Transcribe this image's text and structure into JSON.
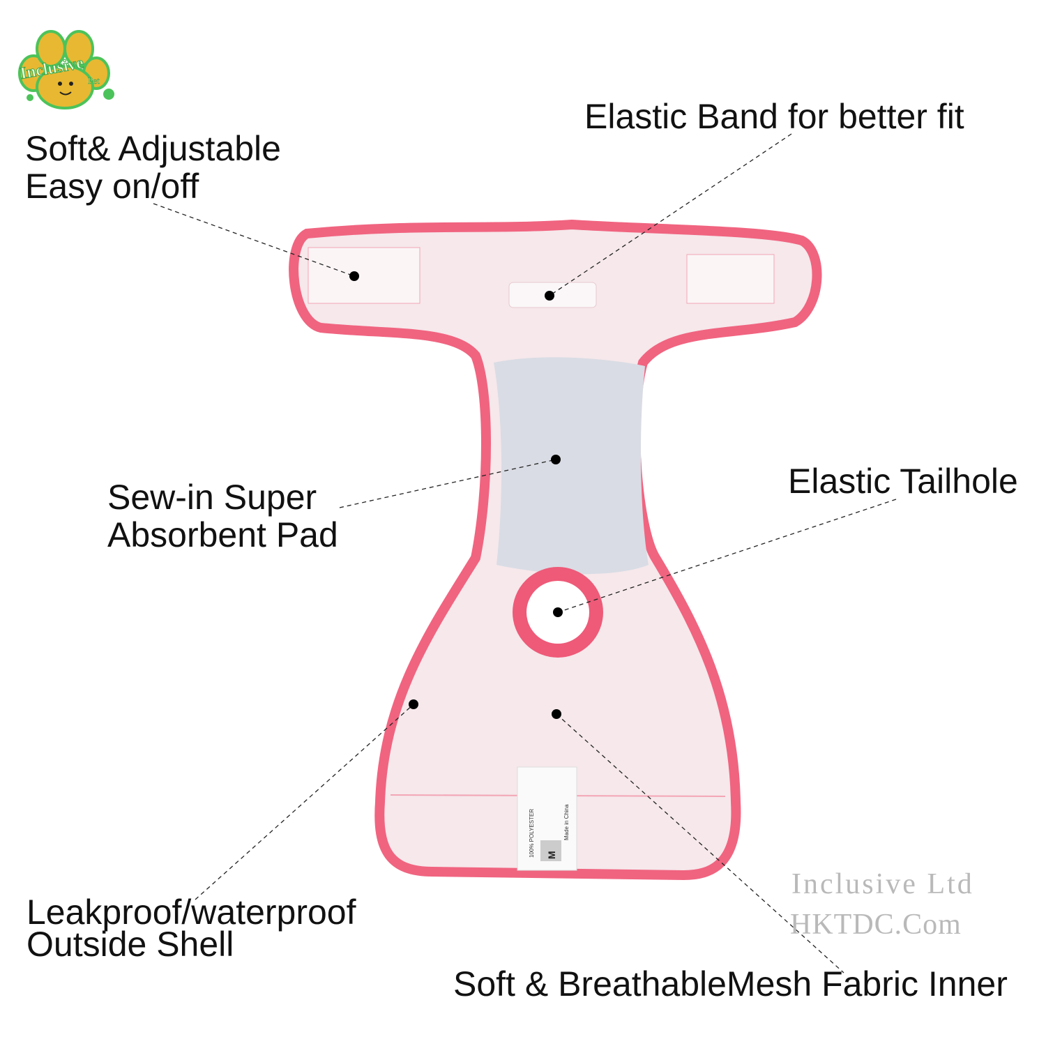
{
  "brand": {
    "logo_text": "Inclusive",
    "logo_subtext": "Pet"
  },
  "callouts": {
    "adjustable": [
      "Soft& Adjustable",
      "Easy on/off"
    ],
    "elastic_band": "Elastic Band for better fit",
    "pad": [
      "Sew-in Super",
      "Absorbent Pad"
    ],
    "tailhole": "Elastic Tailhole",
    "shell": [
      "Leakproof/waterproof",
      "Outside Shell"
    ],
    "mesh": "Soft & BreathableMesh Fabric Inner"
  },
  "tag": {
    "material": "100% POLYESTER",
    "origin": "Made in China",
    "size": "M"
  },
  "watermark": [
    "Inclusive Ltd",
    "HKTDC.Com"
  ],
  "colors": {
    "trim": "#f06480",
    "mesh": "#f6e8eb",
    "pad": "#d9dce4",
    "logo_green": "#4cc35a",
    "logo_yellow": "#e8b832"
  }
}
